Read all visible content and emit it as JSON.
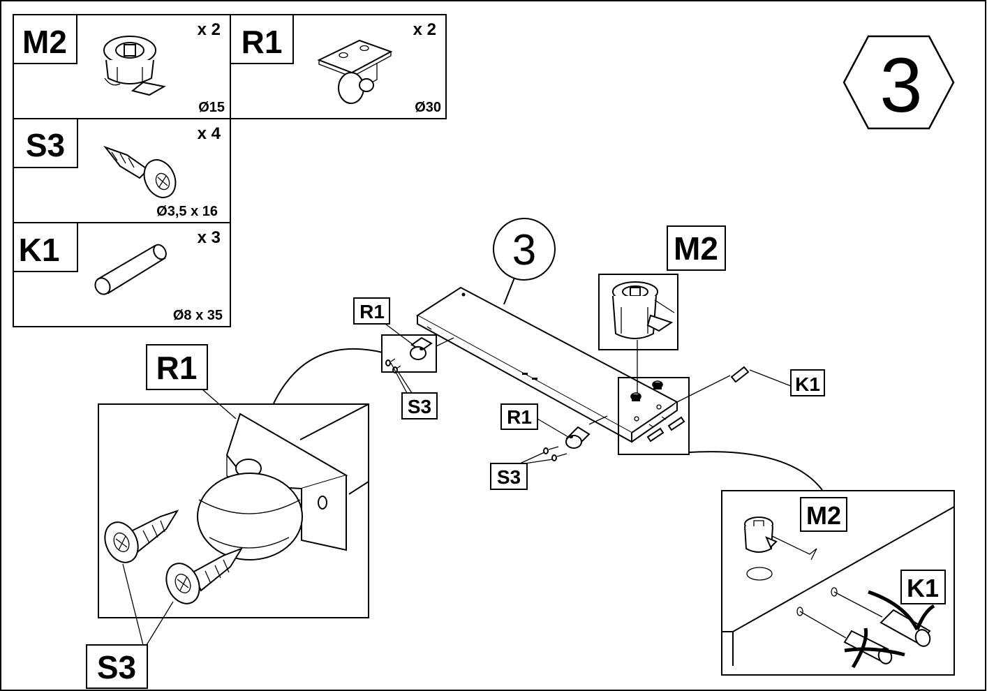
{
  "step": {
    "number": "3"
  },
  "parts": [
    {
      "code": "M2",
      "qty": "x 2",
      "dim": "Ø15"
    },
    {
      "code": "R1",
      "qty": "x 2",
      "dim": "Ø30"
    },
    {
      "code": "S3",
      "qty": "x 4",
      "dim": "Ø3,5 x 16"
    },
    {
      "code": "K1",
      "qty": "x 3",
      "dim": "Ø8 x 35"
    }
  ],
  "board": {
    "number": "3"
  },
  "callouts": {
    "m2_top": "M2",
    "r1_left": "R1",
    "s3_left": "S3",
    "r1_mid": "R1",
    "s3_mid": "S3",
    "k1_right": "K1",
    "r1_detail": "R1",
    "s3_detail": "S3",
    "m2_detail": "M2",
    "k1_detail": "K1"
  }
}
